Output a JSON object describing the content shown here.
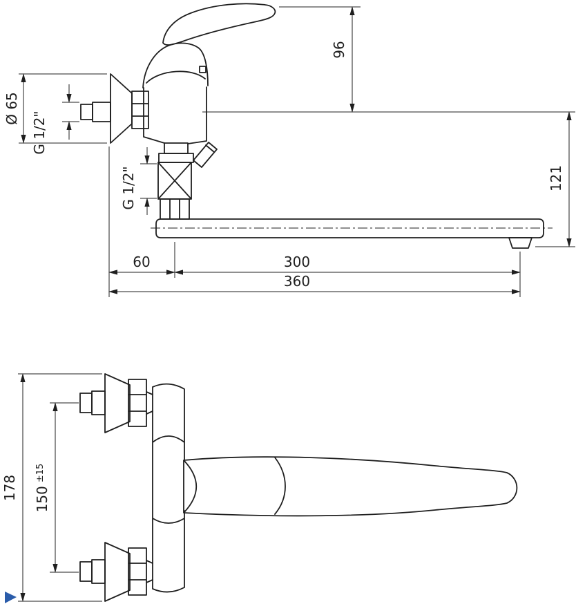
{
  "page": {
    "background": "#ffffff",
    "line_color": "#1f1f1f",
    "logo_color": "#2a5caa"
  },
  "side_view": {
    "dim_handle_height": "96",
    "dim_axis_to_outlet_drop": "121",
    "dim_flange_diameter": "Ø 65",
    "dim_thread_upper": "G 1/2\"",
    "dim_thread_lower": "G 1/2\"",
    "dim_wall_to_spout_axis": "60",
    "dim_spout_axis_to_outlet": "300",
    "dim_total_reach": "360"
  },
  "front_view": {
    "dim_overall_height": "178",
    "dim_connection_distance": "150",
    "dim_connection_tolerance": "±15"
  }
}
